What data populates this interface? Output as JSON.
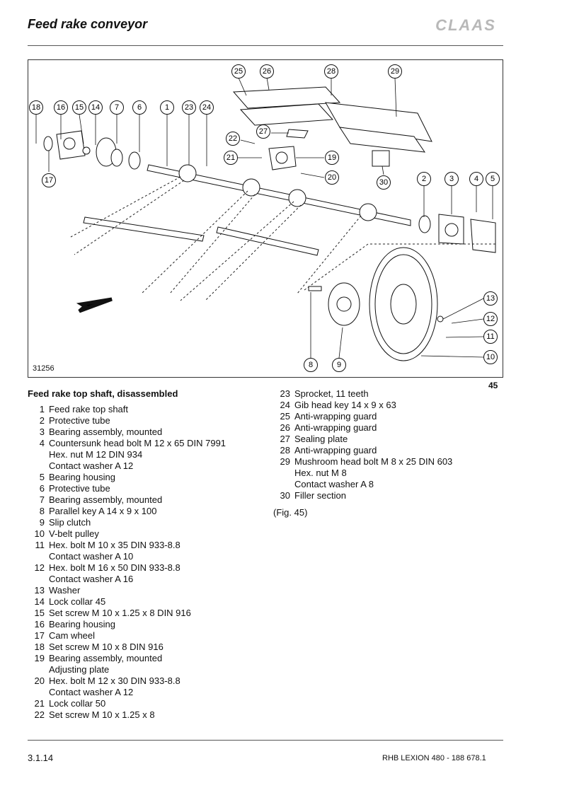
{
  "header": {
    "title": "Feed rake conveyor",
    "brand": "CLAAS"
  },
  "figure": {
    "id": "31256",
    "number": "45",
    "callouts": [
      "1",
      "2",
      "3",
      "4",
      "5",
      "6",
      "7",
      "8",
      "9",
      "10",
      "11",
      "12",
      "13",
      "14",
      "15",
      "16",
      "17",
      "18",
      "19",
      "20",
      "21",
      "22",
      "23",
      "24",
      "25",
      "26",
      "27",
      "28",
      "29",
      "30"
    ]
  },
  "legend": {
    "heading": "Feed rake top shaft, disassembled",
    "left": [
      {
        "num": "1",
        "lines": [
          "Feed rake top shaft"
        ]
      },
      {
        "num": "2",
        "lines": [
          "Protective tube"
        ]
      },
      {
        "num": "3",
        "lines": [
          "Bearing assembly, mounted"
        ]
      },
      {
        "num": "4",
        "lines": [
          "Countersunk head bolt M 12 x 65 DIN 7991",
          "Hex. nut M 12 DIN 934",
          "Contact washer A 12"
        ]
      },
      {
        "num": "5",
        "lines": [
          "Bearing housing"
        ]
      },
      {
        "num": "6",
        "lines": [
          "Protective tube"
        ]
      },
      {
        "num": "7",
        "lines": [
          "Bearing assembly, mounted"
        ]
      },
      {
        "num": "8",
        "lines": [
          "Parallel key A 14 x 9 x 100"
        ]
      },
      {
        "num": "9",
        "lines": [
          "Slip clutch"
        ]
      },
      {
        "num": "10",
        "lines": [
          "V-belt pulley"
        ]
      },
      {
        "num": "11",
        "lines": [
          "Hex. bolt M 10 x 35 DIN 933-8.8",
          "Contact washer A 10"
        ]
      },
      {
        "num": "12",
        "lines": [
          "Hex. bolt M 16 x 50 DIN 933-8.8",
          "Contact washer A 16"
        ]
      },
      {
        "num": "13",
        "lines": [
          "Washer"
        ]
      },
      {
        "num": "14",
        "lines": [
          "Lock collar 45"
        ]
      },
      {
        "num": "15",
        "lines": [
          "Set screw M 10 x 1.25 x 8 DIN 916"
        ]
      },
      {
        "num": "16",
        "lines": [
          "Bearing housing"
        ]
      },
      {
        "num": "17",
        "lines": [
          "Cam wheel"
        ]
      },
      {
        "num": "18",
        "lines": [
          "Set screw M 10 x 8 DIN 916"
        ]
      },
      {
        "num": "19",
        "lines": [
          "Bearing assembly, mounted",
          "Adjusting plate"
        ]
      },
      {
        "num": "20",
        "lines": [
          "Hex. bolt M 12 x 30 DIN 933-8.8",
          "Contact washer A 12"
        ]
      },
      {
        "num": "21",
        "lines": [
          "Lock collar 50"
        ]
      },
      {
        "num": "22",
        "lines": [
          "Set screw M 10 x 1.25 x 8"
        ]
      }
    ],
    "right": [
      {
        "num": "23",
        "lines": [
          "Sprocket, 11 teeth"
        ]
      },
      {
        "num": "24",
        "lines": [
          "Gib head key 14 x 9 x 63"
        ]
      },
      {
        "num": "25",
        "lines": [
          "Anti-wrapping guard"
        ]
      },
      {
        "num": "26",
        "lines": [
          "Anti-wrapping guard"
        ]
      },
      {
        "num": "27",
        "lines": [
          "Sealing plate"
        ]
      },
      {
        "num": "28",
        "lines": [
          "Anti-wrapping guard"
        ]
      },
      {
        "num": "29",
        "lines": [
          "Mushroom head bolt M 8 x 25 DIN 603",
          "Hex. nut M 8",
          "Contact washer A 8"
        ]
      },
      {
        "num": "30",
        "lines": [
          "Filler section"
        ]
      }
    ],
    "fig_ref": "(Fig. 45)"
  },
  "footer": {
    "page": "3.1.14",
    "doc": "RHB LEXION 480 - 188 678.1"
  }
}
